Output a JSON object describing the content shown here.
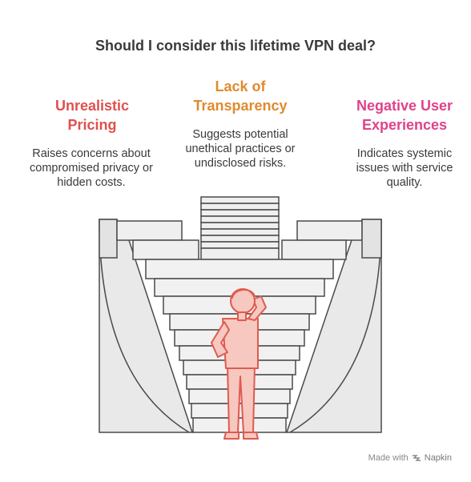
{
  "title": "Should I consider this lifetime VPN deal?",
  "columns": [
    {
      "title": "Unrealistic\nPricing",
      "text": "Raises concerns about\ncompromised privacy or\nhidden costs.",
      "color": "#e0504d"
    },
    {
      "title": "Lack of\nTransparency",
      "text": "Suggests potential\nunethical practices or\nundisclosed risks.",
      "color": "#e08a2e"
    },
    {
      "title": "Negative User\nExperiences",
      "text": "Indicates systemic\nissues with service\nquality.",
      "color": "#e0428a"
    }
  ],
  "footer": {
    "made_with": "Made with",
    "brand": "Napkin"
  },
  "icons": {
    "person": "thinking-person-icon",
    "napkin": "napkin-logo-icon"
  }
}
